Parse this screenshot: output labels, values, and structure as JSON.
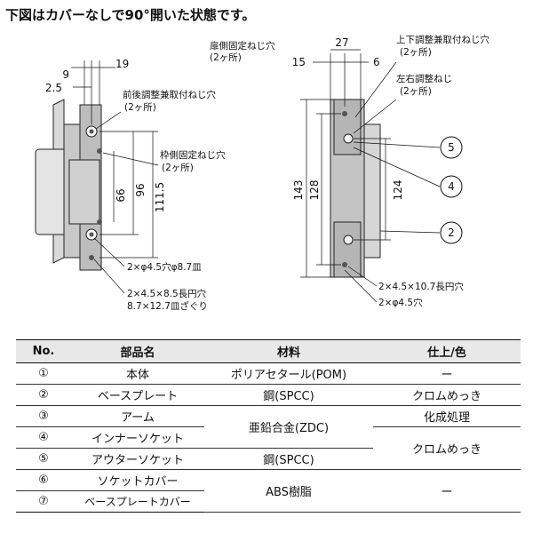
{
  "caption": "下図はカバーなしで90°開いた状態です。",
  "left_view": {
    "dims": {
      "d9": "9",
      "d19": "19",
      "d25": "2.5",
      "d66": "66",
      "d96": "96",
      "d1115": "111.5"
    },
    "labels": {
      "front_back": "前後調整兼取付ねじ穴",
      "front_back_qty": "(2ヶ所)",
      "frame_fix": "枠側固定ねじ穴",
      "frame_fix_qty": "(2ヶ所)",
      "hole_a": "2×φ4.5穴φ8.7皿",
      "hole_b": "2×4.5×8.5長円穴",
      "hole_c": "8.7×12.7皿ざぐり"
    }
  },
  "right_view": {
    "dims": {
      "d15": "15",
      "d27": "27",
      "d6": "6",
      "d143": "143",
      "d128": "128",
      "d124": "124"
    },
    "labels": {
      "door_fix": "扉側固定ねじ穴",
      "door_fix_qty": "(2ヶ所)",
      "updown": "上下調整兼取付ねじ穴",
      "updown_qty": "(2ヶ所)",
      "leftright": "左右調整ねじ",
      "leftright_qty": "(2ヶ所)",
      "hole_d": "2×4.5×10.7長円穴",
      "hole_e": "2×φ4.5穴"
    },
    "callouts": [
      "5",
      "4",
      "2"
    ]
  },
  "table": {
    "headers": [
      "No.",
      "部品名",
      "材料",
      "仕上/色"
    ],
    "rows": [
      {
        "no": "①",
        "name": "本体",
        "material": "ポリアセタール(POM)",
        "finish": "ー"
      },
      {
        "no": "②",
        "name": "ベースプレート",
        "material": "鋼(SPCC)",
        "finish": "クロムめっき"
      },
      {
        "no": "③",
        "name": "アーム",
        "material": "亜鉛合金(ZDC)",
        "finish": "化成処理"
      },
      {
        "no": "④",
        "name": "インナーソケット",
        "material": "",
        "finish": "クロムめっき"
      },
      {
        "no": "⑤",
        "name": "アウターソケット",
        "material": "鋼(SPCC)",
        "finish": ""
      },
      {
        "no": "⑥",
        "name": "ソケットカバー",
        "material": "ABS樹脂",
        "finish": "ー"
      },
      {
        "no": "⑦",
        "name": "ベースプレートカバー",
        "material": "",
        "finish": ""
      }
    ]
  }
}
